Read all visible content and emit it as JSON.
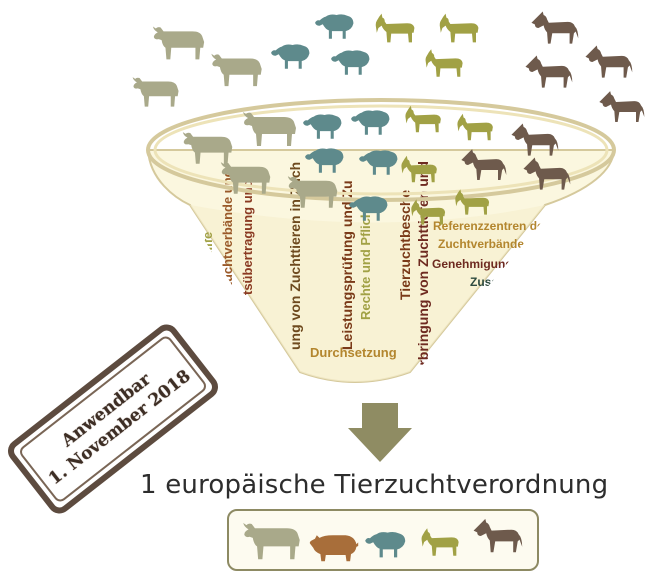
{
  "colors": {
    "cattle": "#a9a98a",
    "sheep": "#5e8a8c",
    "goat": "#a1a145",
    "horse": "#6e5a4c",
    "pig": "#a86e3a",
    "funnel_fill": "#fbf7df",
    "funnel_stroke": "#cfc59a",
    "arrow": "#8f8c63",
    "stamp": "#5d4b3f"
  },
  "icons": [
    "cattle-icon",
    "sheep-icon",
    "goat-icon",
    "horse-icon",
    "pig-icon",
    "arrow-down-icon"
  ],
  "funnel_words": [
    "Leistungsprüfung und Zu",
    "Rechte und Pflich",
    "Durchsetzung",
    "Tierzuchtbesche",
    "Verbringung von Zuchttieren und",
    "Referenzzentren der Europäischen",
    "Zuchtverbände und Zuchtu",
    "Genehmigung Zuchtprogr",
    "Zusammen",
    "ung von Zuchttieren in Zuch",
    "tsübertragung und",
    "Zuchtverbände und",
    "tshilfe"
  ],
  "caption": "1 europäische Tierzuchtverordnung",
  "stamp": {
    "line1": "Anwendbar",
    "line2": "1. November 2018"
  },
  "result_box": {
    "animals": [
      "cattle",
      "pig",
      "sheep",
      "goat",
      "horse"
    ]
  }
}
